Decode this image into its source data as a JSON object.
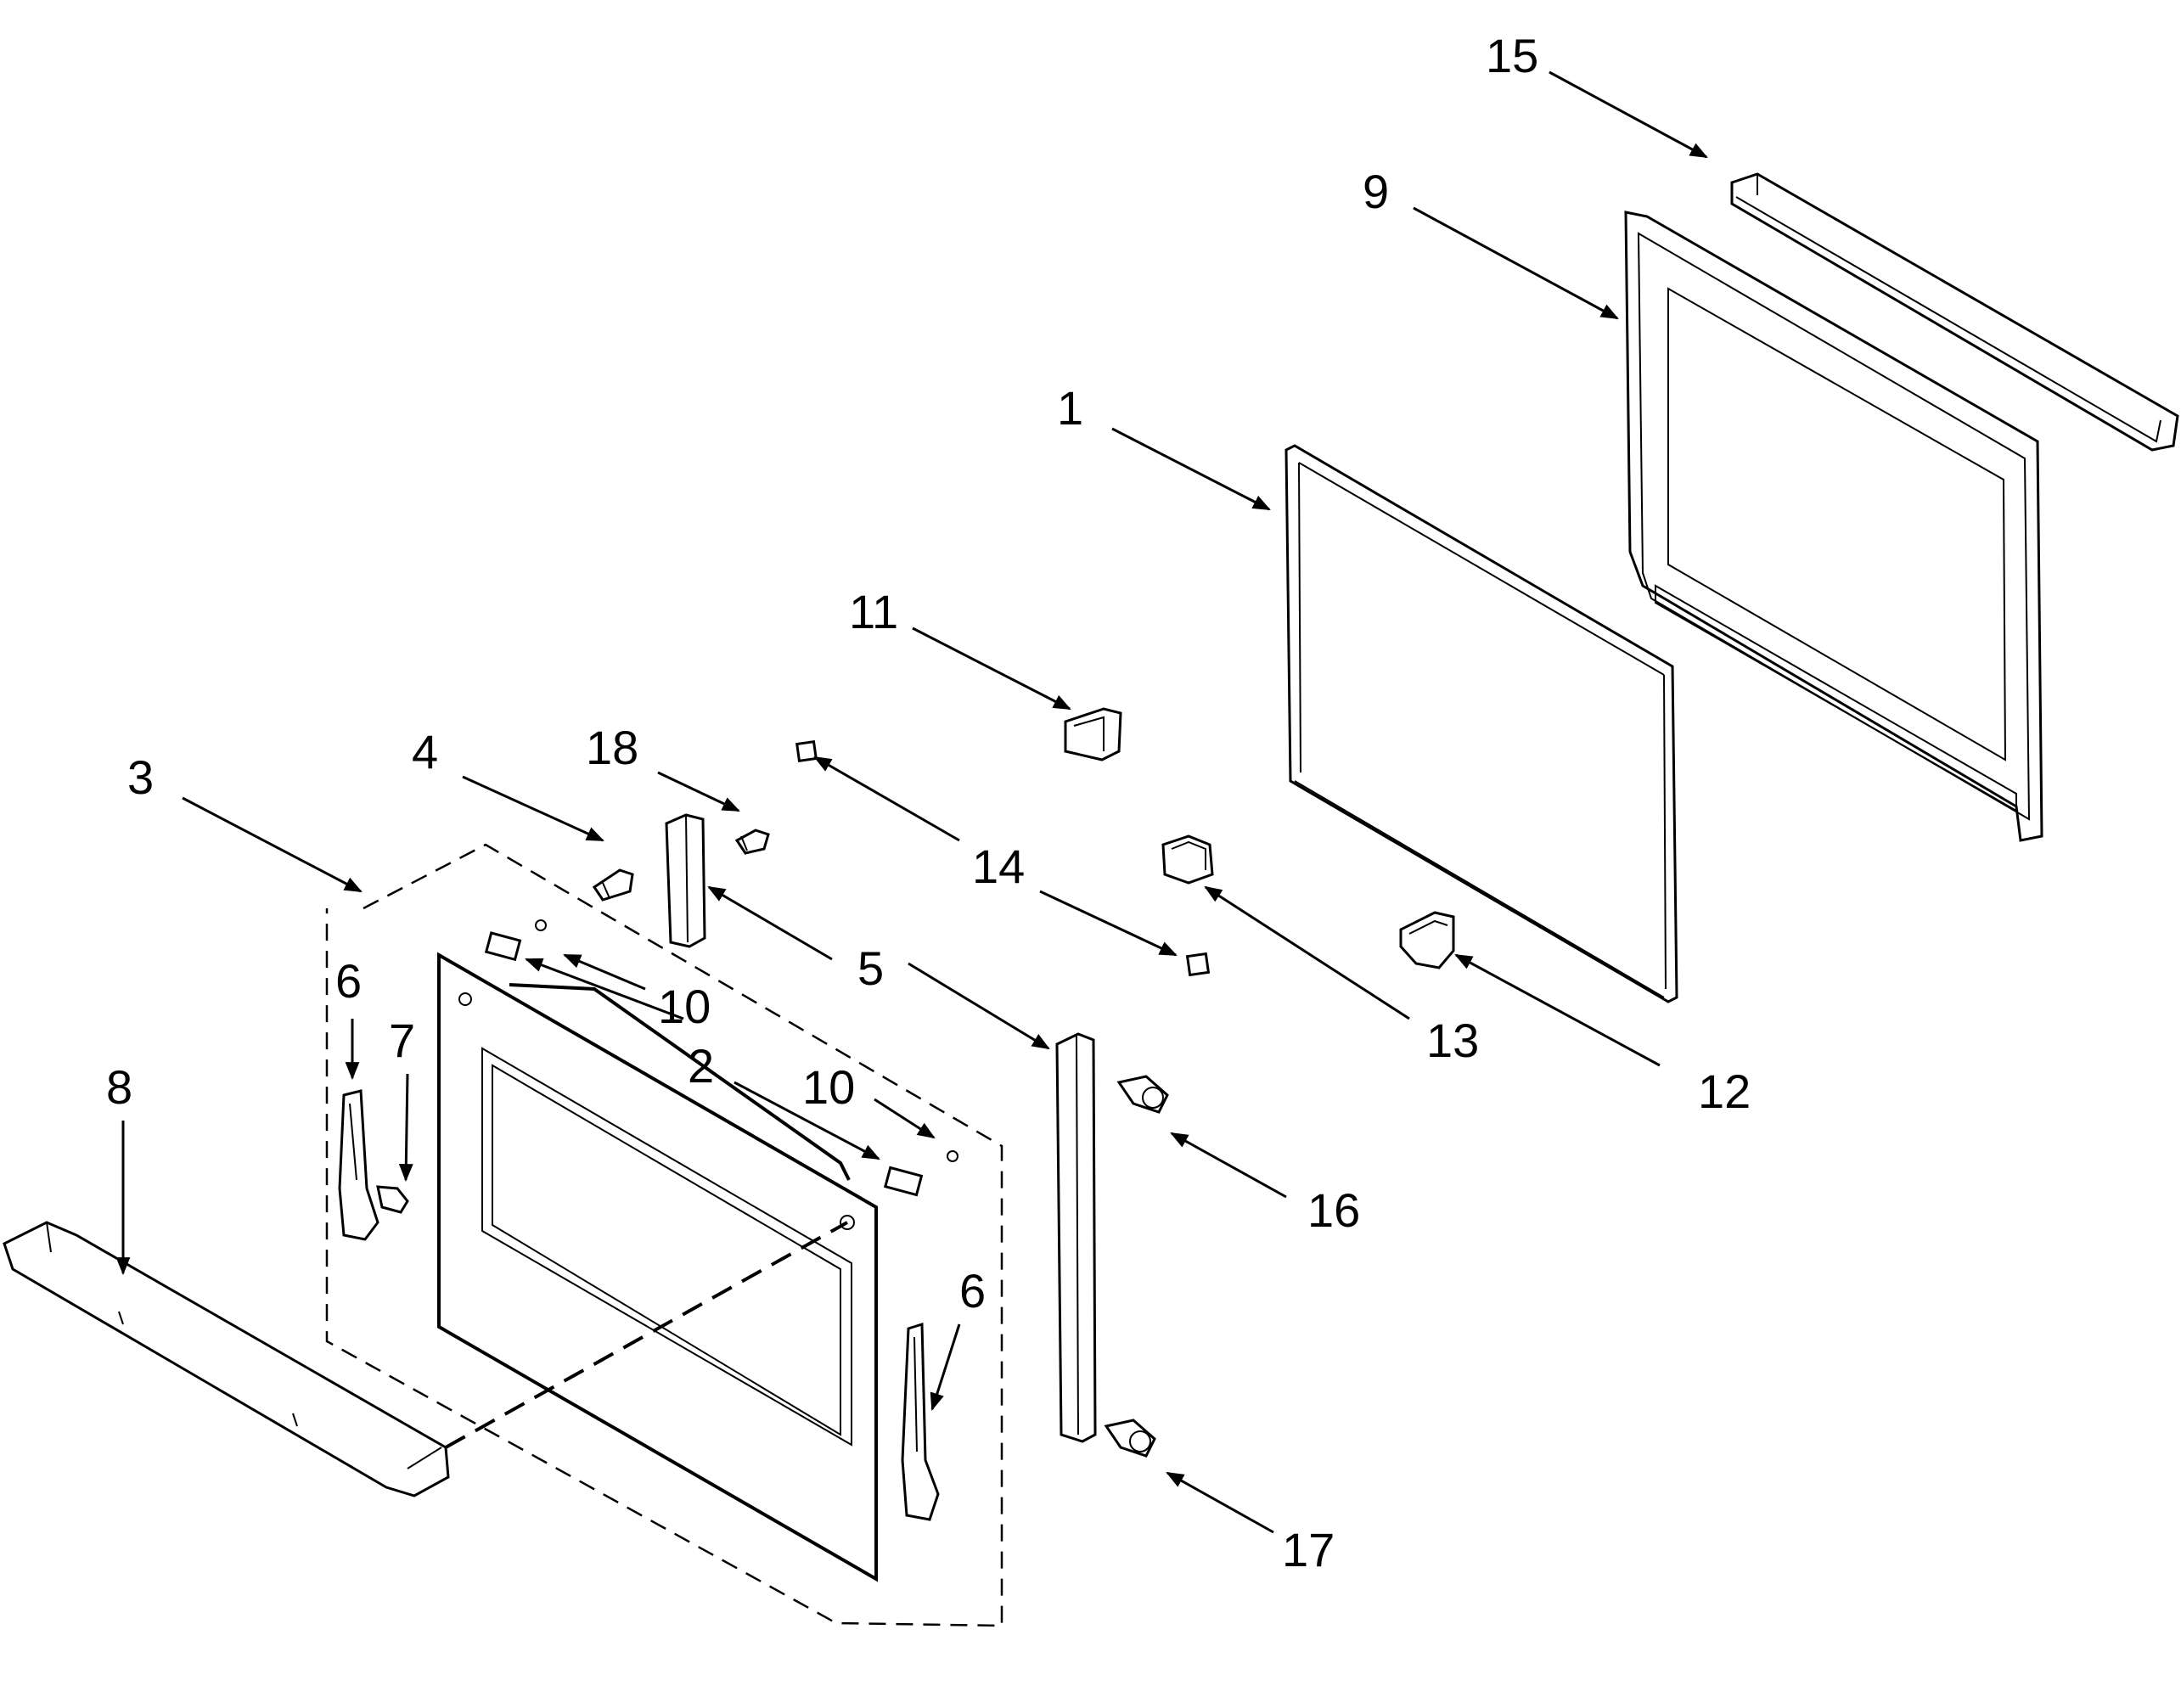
{
  "callouts": {
    "c1": "1",
    "c2": "2",
    "c3": "3",
    "c4": "4",
    "c5": "5",
    "c6a": "6",
    "c6b": "6",
    "c7": "7",
    "c8": "8",
    "c9": "9",
    "c10a": "10",
    "c10b": "10",
    "c11": "11",
    "c12": "12",
    "c13": "13",
    "c14": "14",
    "c15": "15",
    "c16": "16",
    "c17": "17",
    "c18": "18"
  },
  "colors": {
    "line": "#000000",
    "background": "#ffffff"
  }
}
